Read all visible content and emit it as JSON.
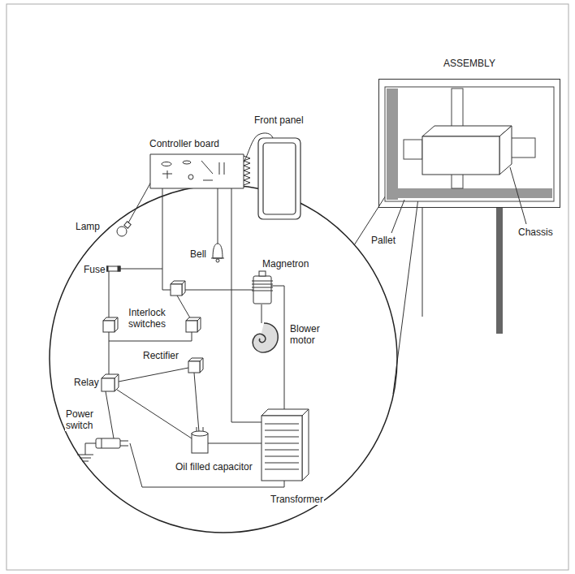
{
  "diagram": {
    "nodes": [
      {
        "text": [
          "ASSEMBLY"
        ]
      }
    ],
    "labels": [
      "Front panel",
      "Controller board",
      "Lamp",
      "Bell",
      "Fuse",
      "Magnetron",
      "Interlock switches",
      "Rectifier",
      "Blower motor",
      "Relay",
      "Power switch",
      "Oil filled capacitor",
      "Transformer",
      "Chassis",
      "Pallet"
    ]
  }
}
